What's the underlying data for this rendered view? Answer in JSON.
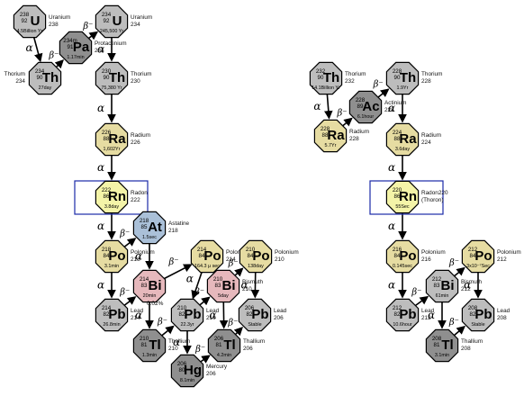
{
  "colors": {
    "gray": "#bdbdbd",
    "darkgray": "#8f8f8f",
    "tan": "#e6dca2",
    "yellow": "#f4f4a8",
    "blue": "#aac0d8",
    "pink": "#e6b8bc",
    "outline": "#000000",
    "box": "#1a2aa8"
  },
  "labels": {
    "alpha": "α",
    "beta": "β⁻",
    "pct": "0.02%"
  },
  "nuclides": [
    {
      "id": "u238",
      "el": "U",
      "mass": "238",
      "z": "92",
      "life": "4.5Billion Yr",
      "name": [
        "Uranium",
        "238"
      ],
      "side": "right",
      "fill": "gray"
    },
    {
      "id": "pa234",
      "el": "Pa",
      "mass": "234m",
      "z": "91",
      "life": "1.17min",
      "name": [
        "Protactinium",
        "234"
      ],
      "side": "right",
      "fill": "darkgray"
    },
    {
      "id": "u234",
      "el": "U",
      "mass": "234",
      "z": "92",
      "life": "245,500 Yr",
      "name": [
        "Uranium",
        "234"
      ],
      "side": "right",
      "fill": "gray"
    },
    {
      "id": "th234",
      "el": "Th",
      "mass": "234",
      "z": "90",
      "life": "27day",
      "name": [
        "Thorium",
        "234"
      ],
      "side": "left",
      "fill": "gray"
    },
    {
      "id": "th230",
      "el": "Th",
      "mass": "230",
      "z": "90",
      "life": "75,380 Yr",
      "name": [
        "Thorium",
        "230"
      ],
      "side": "right",
      "fill": "gray"
    },
    {
      "id": "ra226",
      "el": "Ra",
      "mass": "226",
      "z": "88",
      "life": "1,602Yr",
      "name": [
        "Radium",
        "226"
      ],
      "side": "right",
      "fill": "tan"
    },
    {
      "id": "rn222",
      "el": "Rn",
      "mass": "222",
      "z": "86",
      "life": "3.8day",
      "name": [
        "Radon",
        "222"
      ],
      "side": "right",
      "fill": "yellow"
    },
    {
      "id": "at218",
      "el": "At",
      "mass": "218",
      "z": "85",
      "life": "1.5sec",
      "name": [
        "Astatine",
        "218"
      ],
      "side": "right",
      "fill": "blue"
    },
    {
      "id": "po218",
      "el": "Po",
      "mass": "218",
      "z": "84",
      "life": "3.1min",
      "name": [
        "Polonium",
        "218"
      ],
      "side": "right",
      "fill": "tan"
    },
    {
      "id": "po214",
      "el": "Po",
      "mass": "214",
      "z": "84",
      "life": "164.3 μ sec",
      "name": [
        "Polonium",
        "214"
      ],
      "side": "right",
      "fill": "tan"
    },
    {
      "id": "po210",
      "el": "Po",
      "mass": "210",
      "z": "84",
      "life": "138day",
      "name": [
        "Polonium",
        "210"
      ],
      "side": "right",
      "fill": "tan"
    },
    {
      "id": "bi214",
      "el": "Bi",
      "mass": "214",
      "z": "83",
      "life": "20min",
      "name": [
        "",
        ""
      ],
      "side": "right",
      "fill": "pink"
    },
    {
      "id": "bi210",
      "el": "Bi",
      "mass": "210",
      "z": "83",
      "life": "5day",
      "name": [
        "Bismuth",
        "210"
      ],
      "side": "right",
      "fill": "pink"
    },
    {
      "id": "pb214",
      "el": "Pb",
      "mass": "214",
      "z": "82",
      "life": "26.8min",
      "name": [
        "Lead",
        "214"
      ],
      "side": "right",
      "fill": "gray"
    },
    {
      "id": "pb210",
      "el": "Pb",
      "mass": "210",
      "z": "82",
      "life": "22.3yr",
      "name": [
        "Lead",
        "210"
      ],
      "side": "right",
      "fill": "gray"
    },
    {
      "id": "pb206",
      "el": "Pb",
      "mass": "206",
      "z": "82",
      "life": "Stable",
      "name": [
        "Lead",
        "206"
      ],
      "side": "right",
      "fill": "gray"
    },
    {
      "id": "tl210",
      "el": "Tl",
      "mass": "210",
      "z": "81",
      "life": "1.3min",
      "name": [
        "Thallium",
        "210"
      ],
      "side": "right",
      "fill": "darkgray"
    },
    {
      "id": "tl206",
      "el": "Tl",
      "mass": "206",
      "z": "81",
      "life": "4.2min",
      "name": [
        "Thallium",
        "206"
      ],
      "side": "right",
      "fill": "darkgray"
    },
    {
      "id": "hg206",
      "el": "Hg",
      "mass": "206",
      "z": "80",
      "life": "8.1min",
      "name": [
        "Mercury",
        "206"
      ],
      "side": "right",
      "fill": "darkgray"
    },
    {
      "id": "th232",
      "el": "Th",
      "mass": "232",
      "z": "90",
      "life": "14.1Billion Yr",
      "name": [
        "Thorium",
        "232"
      ],
      "side": "right",
      "fill": "gray"
    },
    {
      "id": "ra228",
      "el": "Ra",
      "mass": "228",
      "z": "88",
      "life": "5.7Yr",
      "name": [
        "Radium",
        "228"
      ],
      "side": "right",
      "fill": "tan"
    },
    {
      "id": "ac228",
      "el": "Ac",
      "mass": "228",
      "z": "89",
      "life": "6.1hour",
      "name": [
        "Actinium",
        "228"
      ],
      "side": "right",
      "fill": "darkgray"
    },
    {
      "id": "th228",
      "el": "Th",
      "mass": "228",
      "z": "90",
      "life": "1.9Yr",
      "name": [
        "Thorium",
        "228"
      ],
      "side": "right",
      "fill": "gray"
    },
    {
      "id": "ra224",
      "el": "Ra",
      "mass": "224",
      "z": "88",
      "life": "3.6day",
      "name": [
        "Radium",
        "224"
      ],
      "side": "right",
      "fill": "tan"
    },
    {
      "id": "rn220",
      "el": "Rn",
      "mass": "220",
      "z": "86",
      "life": "55Sec",
      "name": [
        "Radon220",
        "(Thoron)"
      ],
      "side": "right",
      "fill": "yellow"
    },
    {
      "id": "po216",
      "el": "Po",
      "mass": "216",
      "z": "84",
      "life": "0.145sec",
      "name": [
        "Polonium",
        "216"
      ],
      "side": "right",
      "fill": "tan"
    },
    {
      "id": "po212",
      "el": "Po",
      "mass": "212",
      "z": "84",
      "life": "3x10⁻⁷Sec",
      "name": [
        "Polonium",
        "212"
      ],
      "side": "right",
      "fill": "tan"
    },
    {
      "id": "bi212",
      "el": "Bi",
      "mass": "212",
      "z": "83",
      "life": "61min",
      "name": [
        "Bismuth",
        "212"
      ],
      "side": "right",
      "fill": "gray"
    },
    {
      "id": "pb212",
      "el": "Pb",
      "mass": "212",
      "z": "82",
      "life": "10.6hour",
      "name": [
        "Lead",
        "212"
      ],
      "side": "right",
      "fill": "gray"
    },
    {
      "id": "pb208",
      "el": "Pb",
      "mass": "208",
      "z": "82",
      "life": "Stable",
      "name": [
        "Lead",
        "208"
      ],
      "side": "right",
      "fill": "gray"
    },
    {
      "id": "tl208",
      "el": "Tl",
      "mass": "208",
      "z": "81",
      "life": "3.1min",
      "name": [
        "Thallium",
        "208"
      ],
      "side": "right",
      "fill": "darkgray"
    }
  ],
  "edges": [
    {
      "from": "u238",
      "to": "th234",
      "kind": "alpha"
    },
    {
      "from": "th234",
      "to": "pa234",
      "kind": "beta"
    },
    {
      "from": "pa234",
      "to": "u234",
      "kind": "beta"
    },
    {
      "from": "u234",
      "to": "th230",
      "kind": "alpha"
    },
    {
      "from": "th230",
      "to": "ra226",
      "kind": "alpha"
    },
    {
      "from": "ra226",
      "to": "rn222",
      "kind": "alpha"
    },
    {
      "from": "rn222",
      "to": "po218",
      "kind": "alpha"
    },
    {
      "from": "po218",
      "to": "at218",
      "kind": "beta"
    },
    {
      "from": "po218",
      "to": "pb214",
      "kind": "alpha"
    },
    {
      "from": "at218",
      "to": "bi214",
      "kind": "alpha"
    },
    {
      "from": "pb214",
      "to": "bi214",
      "kind": "beta"
    },
    {
      "from": "bi214",
      "to": "po214",
      "kind": "beta"
    },
    {
      "from": "bi214",
      "to": "tl210",
      "kind": "alpha"
    },
    {
      "from": "po214",
      "to": "pb210",
      "kind": "alpha"
    },
    {
      "from": "tl210",
      "to": "pb210",
      "kind": "beta"
    },
    {
      "from": "pb210",
      "to": "bi210",
      "kind": "beta"
    },
    {
      "from": "pb210",
      "to": "hg206",
      "kind": "alpha"
    },
    {
      "from": "bi210",
      "to": "po210",
      "kind": "beta"
    },
    {
      "from": "bi210",
      "to": "tl206",
      "kind": "alpha"
    },
    {
      "from": "po210",
      "to": "pb206",
      "kind": "alpha"
    },
    {
      "from": "hg206",
      "to": "tl206",
      "kind": "beta"
    },
    {
      "from": "tl206",
      "to": "pb206",
      "kind": "beta"
    },
    {
      "from": "th232",
      "to": "ra228",
      "kind": "alpha"
    },
    {
      "from": "ra228",
      "to": "ac228",
      "kind": "beta"
    },
    {
      "from": "ac228",
      "to": "th228",
      "kind": "beta"
    },
    {
      "from": "th228",
      "to": "ra224",
      "kind": "alpha"
    },
    {
      "from": "ra224",
      "to": "rn220",
      "kind": "alpha"
    },
    {
      "from": "rn220",
      "to": "po216",
      "kind": "alpha"
    },
    {
      "from": "po216",
      "to": "pb212",
      "kind": "alpha"
    },
    {
      "from": "pb212",
      "to": "bi212",
      "kind": "beta"
    },
    {
      "from": "bi212",
      "to": "po212",
      "kind": "beta"
    },
    {
      "from": "bi212",
      "to": "tl208",
      "kind": "alpha"
    },
    {
      "from": "po212",
      "to": "pb208",
      "kind": "alpha"
    },
    {
      "from": "tl208",
      "to": "pb208",
      "kind": "beta"
    }
  ]
}
